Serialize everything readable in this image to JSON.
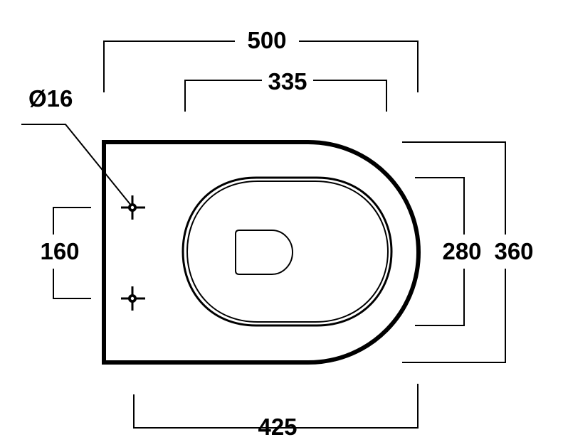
{
  "dimensions": {
    "overall_length": "500",
    "inner_length": "335",
    "base_length": "425",
    "fixing_spacing": "160",
    "inner_width": "280",
    "overall_width": "360",
    "fixing_hole_diameter": "Ø16"
  },
  "colors": {
    "line": "#000000",
    "background": "#ffffff"
  }
}
